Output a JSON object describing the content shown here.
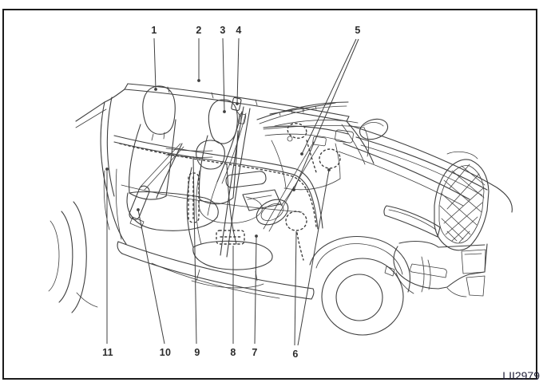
{
  "figure": {
    "code": "LII2979",
    "alt": "Cutaway illustration of a crew-cab pickup truck showing numbered locations of supplemental restraint system (air bag and seat belt) components",
    "callouts": {
      "c1": {
        "label": "1"
      },
      "c2": {
        "label": "2"
      },
      "c3": {
        "label": "3"
      },
      "c4": {
        "label": "4"
      },
      "c5": {
        "label": "5"
      },
      "c6": {
        "label": "6"
      },
      "c7": {
        "label": "7"
      },
      "c8": {
        "label": "8"
      },
      "c9": {
        "label": "9"
      },
      "c10": {
        "label": "10"
      },
      "c11": {
        "label": "11"
      }
    },
    "colors": {
      "line": "#3f3f3f",
      "callout_text": "#2b2b2b",
      "figure_code_text": "#23233b",
      "border": "#1b1b1b",
      "background": "#ffffff"
    }
  }
}
